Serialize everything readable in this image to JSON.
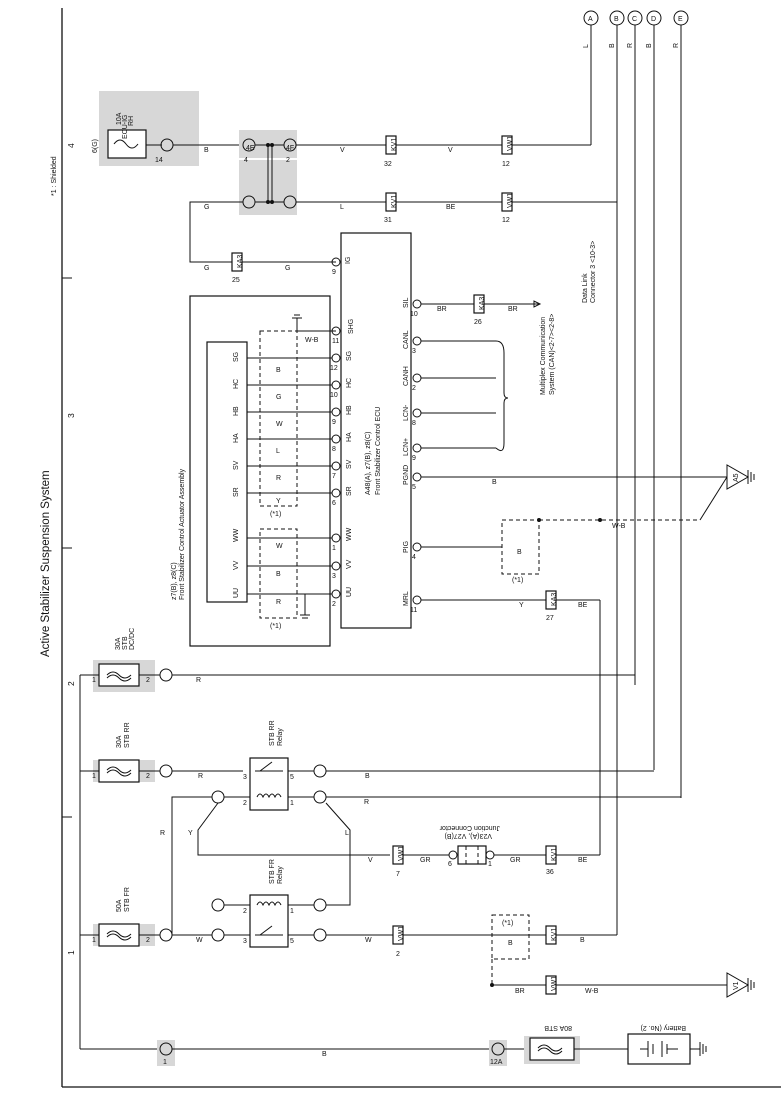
{
  "title": "Active Stabilizer Suspension System",
  "note": "*1 : Shielded",
  "zones": [
    "1",
    "2",
    "3",
    "4"
  ],
  "connectors": {
    "a": "A",
    "b": "B",
    "c": "C",
    "d": "D",
    "e": "E"
  },
  "fuses": {
    "ecu_ig": {
      "line1": "10A",
      "line2": "ECU-IG",
      "line3": "RH",
      "pin_left": "6(G)",
      "pin_right": "14",
      "terminal": "IG"
    },
    "dcdc": {
      "line1": "30A",
      "line2": "STB",
      "line3": "DC/DC",
      "pin_left": "1",
      "pin_right": "2"
    },
    "stb_rr": {
      "line1": "30A",
      "line2": "STB RR",
      "pin_left": "1",
      "pin_right": "2"
    },
    "stb_fr": {
      "line1": "50A",
      "line2": "STB FR",
      "pin_left": "1",
      "pin_right": "2"
    },
    "stb_80": {
      "label": "80A STB"
    }
  },
  "battery": {
    "label": "Battery (No. 2)"
  },
  "relays": {
    "rr": {
      "line1": "STB RR",
      "line2": "Relay",
      "pins": [
        "3",
        "5",
        "2",
        "1"
      ]
    },
    "fr": {
      "line1": "STB FR",
      "line2": "Relay",
      "pins": [
        "2",
        "1",
        "3",
        "5"
      ]
    }
  },
  "junction": {
    "line1": "Junction Connector",
    "line2": "V23(A), V27(B)",
    "pin_left": "6",
    "pin_right": "1"
  },
  "ecu": {
    "line1": "A48(A), z7(B), z8(C)",
    "line2": "Front Stabilizer Control ECU",
    "pins": [
      {
        "code": "IG",
        "num": "9"
      },
      {
        "code": "SIL",
        "num": "10"
      },
      {
        "code": "CANL",
        "num": "3"
      },
      {
        "code": "CANH",
        "num": "2"
      },
      {
        "code": "LCN-",
        "num": "8"
      },
      {
        "code": "LCN+",
        "num": "9"
      },
      {
        "code": "PGND",
        "num": "5"
      },
      {
        "code": "PIG",
        "num": "4"
      },
      {
        "code": "MRL",
        "num": "11"
      }
    ],
    "left_pins": [
      {
        "code": "SHG",
        "num": "11"
      },
      {
        "code": "SG",
        "num": "12"
      },
      {
        "code": "HC",
        "num": "10"
      },
      {
        "code": "HB",
        "num": "9"
      },
      {
        "code": "HA",
        "num": "8"
      },
      {
        "code": "SV",
        "num": "7"
      },
      {
        "code": "SR",
        "num": "6"
      },
      {
        "code": "WW",
        "num": "1"
      },
      {
        "code": "VV",
        "num": "3"
      },
      {
        "code": "UU",
        "num": "2"
      }
    ]
  },
  "actuator": {
    "line1": "z7(B), z8(C)",
    "line2": "Front Stabilizer Control Actuator Assembly",
    "pins": [
      "SG",
      "HC",
      "HB",
      "HA",
      "SV",
      "SR",
      "WW",
      "VV",
      "UU"
    ],
    "wire_colors": [
      "B",
      "G",
      "W",
      "L",
      "R",
      "Y",
      "W",
      "B",
      "R"
    ],
    "shield_label": "(*1)"
  },
  "data_link": {
    "line1": "Data Link",
    "line2": "Connector 3 <10-3>"
  },
  "multiplex": {
    "line1": "Multiplex Communication",
    "line2": "System (CAN)<2-7><2-8>"
  },
  "grounds": {
    "a5": "A5",
    "v1": "V1"
  },
  "connector_ids": {
    "kv1": "KV1",
    "vw1": "VW1",
    "ka3": "KA3",
    "kv1_pins": [
      "32",
      "31",
      "36"
    ],
    "vw1_pins": [
      "12",
      "12",
      "7",
      "2"
    ],
    "ka3_pins": [
      "25",
      "26",
      "27"
    ],
    "jb_4e": "4E",
    "jb_4f": "4F",
    "jb_pin_4": "4",
    "jb_pin_2": "2",
    "pin_12a": "12A",
    "pin_1": "1"
  },
  "wire_colors": {
    "a": "L",
    "b": "B",
    "c": "R",
    "d": "B",
    "e": "R",
    "ig_feed": "B",
    "v_run": "V",
    "l_run": "L",
    "g_run": "G",
    "br": "BR",
    "y": "Y",
    "r": "R",
    "w": "W",
    "wb": "W-B",
    "be": "BE",
    "gr": "GR"
  }
}
